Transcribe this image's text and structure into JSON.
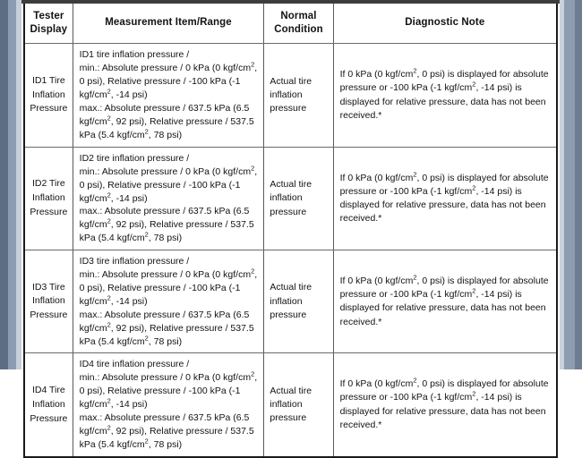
{
  "table": {
    "headers": [
      "Tester\nDisplay",
      "Measurement Item/Range",
      "Normal\nCondition",
      "Diagnostic Note"
    ],
    "header_tester": "Tester Display",
    "header_measurement": "Measurement Item/Range",
    "header_normal": "Normal Condition",
    "header_note": "Diagnostic Note",
    "rows": [
      {
        "tester_display": "ID1 Tire Inflation Pressure",
        "measurement_title": "ID1 tire inflation pressure /",
        "measurement_min": "min.: Absolute pressure / 0 kPa (0 kgf/cm2 , 0 psi), Relative pressure / -100 kPa (-1 kgf/cm2 , -14 psi)",
        "measurement_max": "max.: Absolute pressure / 637.5 kPa (6.5 kgf/cm2 , 92 psi), Relative pressure / 537.5 kPa (5.4 kgf/cm2 , 78 psi)",
        "normal_condition": "Actual tire inflation pressure",
        "diagnostic_note": "If 0 kPa (0 kgf/cm2 , 0 psi) is displayed for absolute pressure or -100 kPa (-1 kgf/cm2 , -14 psi) is displayed for relative pressure, data has not been received.*"
      },
      {
        "tester_display": "ID2 Tire Inflation Pressure",
        "measurement_title": "ID2 tire inflation pressure /",
        "measurement_min": "min.: Absolute pressure / 0 kPa (0 kgf/cm2 , 0 psi), Relative pressure / -100 kPa (-1 kgf/cm2 , -14 psi)",
        "measurement_max": "max.: Absolute pressure / 637.5 kPa (6.5 kgf/cm2 , 92 psi), Relative pressure / 537.5 kPa (5.4 kgf/cm2 , 78 psi)",
        "normal_condition": "Actual tire inflation pressure",
        "diagnostic_note": "If 0 kPa (0 kgf/cm2 , 0 psi) is displayed for absolute pressure or -100 kPa (-1 kgf/cm2 , -14 psi) is displayed for relative pressure, data has not been received.*"
      },
      {
        "tester_display": "ID3 Tire Inflation Pressure",
        "measurement_title": "ID3 tire inflation pressure /",
        "measurement_min": "min.: Absolute pressure / 0 kPa (0 kgf/cm2 , 0 psi), Relative pressure / -100 kPa (-1 kgf/cm2 , -14 psi)",
        "measurement_max": "max.: Absolute pressure / 637.5 kPa (6.5 kgf/cm2 , 92 psi), Relative pressure / 537.5 kPa (5.4 kgf/cm2 , 78 psi)",
        "normal_condition": "Actual tire inflation pressure",
        "diagnostic_note": "If 0 kPa (0 kgf/cm2 , 0 psi) is displayed for absolute pressure or -100 kPa (-1 kgf/cm2 , -14 psi) is displayed for relative pressure, data has not been received.*"
      },
      {
        "tester_display": "ID4 Tire Inflation Pressure",
        "measurement_title": "ID4 tire inflation pressure /",
        "measurement_min": "min.: Absolute pressure / 0 kPa (0 kgf/cm2 , 0 psi), Relative pressure / -100 kPa (-1 kgf/cm2 , -14 psi)",
        "measurement_max": "max.: Absolute pressure / 637.5 kPa (6.5 kgf/cm2 , 92 psi), Relative pressure / 537.5 kPa (5.4 kgf/cm2 , 78 psi)",
        "normal_condition": "Actual tire inflation pressure",
        "diagnostic_note": "If 0 kPa (0 kgf/cm2 , 0 psi) is displayed for absolute pressure or -100 kPa (-1 kgf/cm2 , -14 psi) is displayed for relative pressure, data has not been received.*"
      }
    ]
  },
  "colors": {
    "border": "#1a1a1a",
    "grid": "#5a5a5a",
    "text": "#131313",
    "scan_edge_dark": "#5d6e84",
    "scan_edge_light": "#8d9cb0",
    "page": "#ffffff"
  }
}
